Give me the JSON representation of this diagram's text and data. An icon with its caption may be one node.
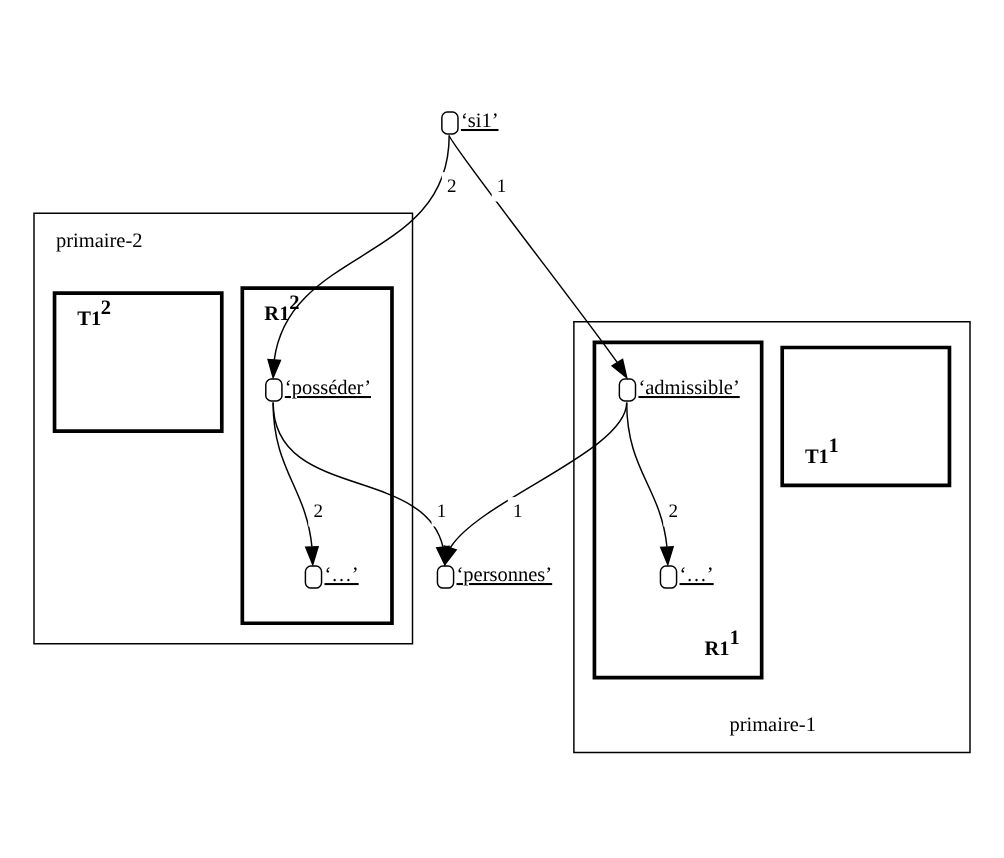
{
  "diagram": {
    "nodes": [
      {
        "text": [
          "primaire-2"
        ]
      },
      {
        "text": [
          "R1$^{2}$"
        ],
        "in": 0
      },
      {
        "text": [
          "‘posséder’"
        ],
        "in": 1
      },
      {
        "text": [
          "‘…’"
        ],
        "in": 1
      },
      {
        "text": [
          "T1$^{2}$"
        ],
        "in": 0
      },
      {
        "text": [
          "primaire-1"
        ]
      },
      {
        "text": [
          "T1$^{1}$"
        ],
        "in": 5
      },
      {
        "text": [
          "‘personnes’"
        ]
      },
      {
        "text": [
          "R1$^{1}$"
        ],
        "in": 5
      },
      {
        "text": [
          "‘admissible’"
        ],
        "in": 8
      },
      {
        "text": [
          "‘…’"
        ],
        "in": 8
      },
      {
        "text": [
          "‘si1’"
        ]
      }
    ],
    "edges": [
      {
        "from": 11,
        "to": 2,
        "arrow": "to",
        "label": "2"
      },
      {
        "from": 11,
        "to": 9,
        "arrow": "to",
        "label": "1"
      },
      {
        "from": 2,
        "to": 3,
        "arrow": "to",
        "label": "2"
      },
      {
        "from": 2,
        "to": 7,
        "arrow": "to",
        "label": "1"
      },
      {
        "from": 9,
        "to": 7,
        "arrow": "to",
        "label": "1"
      },
      {
        "from": 9,
        "to": 10,
        "arrow": "to",
        "label": "2"
      }
    ]
  }
}
